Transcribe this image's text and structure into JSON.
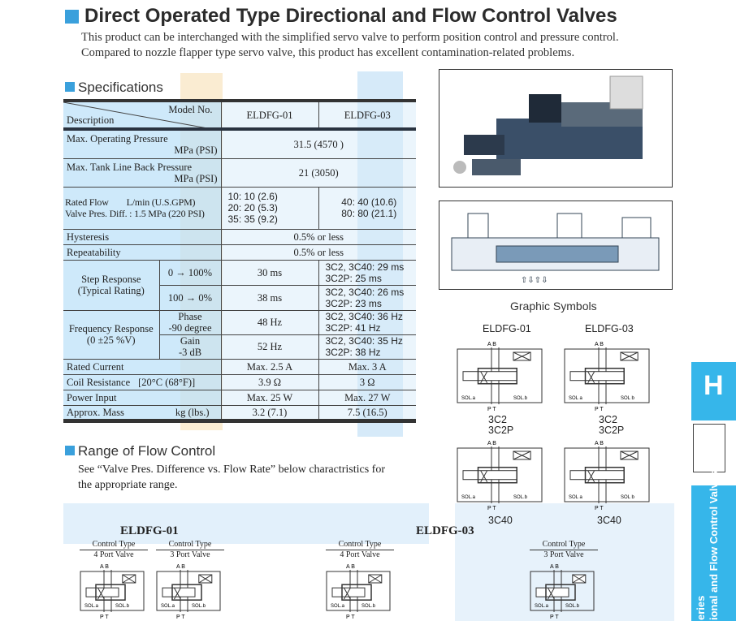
{
  "title": "Direct Operated Type Directional and Flow Control Valves",
  "intro": [
    "This product can be interchanged with the simplified servo valve to perform position control and pressure control.",
    "Compared to nozzle flapper type servo valve, this product has excellent contamination-related problems."
  ],
  "specs": {
    "heading": "Specifications",
    "model_no": "Model No.",
    "description": "Description",
    "models": [
      "ELDFG-01",
      "ELDFG-03"
    ],
    "max_op": {
      "label": "Max. Operating Pressure",
      "unit": "MPa (PSI)",
      "value": "31.5 (4570 )"
    },
    "tank": {
      "label": "Max. Tank Line Back Pressure",
      "unit": "MPa (PSI)",
      "value": "21 (3050)"
    },
    "flow": {
      "label1": "Rated Flow",
      "unit1": "L/min (U.S.GPM)",
      "label2": "Valve Pres. Diff. : 1.5 MPa (220 PSI)",
      "v01": [
        "10: 10 (2.6)",
        "20: 20 (5.3)",
        "35: 35 (9.2)"
      ],
      "v03": [
        "40: 40 (10.6)",
        "80: 80 (21.1)"
      ]
    },
    "hyst": {
      "label": "Hysteresis",
      "value": "0.5% or less"
    },
    "rep": {
      "label": "Repeatability",
      "value": "0.5% or less"
    },
    "step": {
      "label": "Step Response",
      "sub": "(Typical Rating)",
      "a": "0 → 100%",
      "a01": "30 ms",
      "a03": [
        "3C2, 3C40: 29 ms",
        "3C2P: 25 ms"
      ],
      "b": "100 → 0%",
      "b01": "38 ms",
      "b03": [
        "3C2, 3C40: 26 ms",
        "3C2P: 23 ms"
      ]
    },
    "freq": {
      "label": "Frequency Response",
      "sub": "(0 ±25 %V)",
      "a": [
        "Phase",
        "-90 degree"
      ],
      "a01": "48 Hz",
      "a03": [
        "3C2, 3C40: 36 Hz",
        "3C2P: 41 Hz"
      ],
      "b": [
        "Gain",
        "-3 dB"
      ],
      "b01": "52 Hz",
      "b03": [
        "3C2, 3C40: 35 Hz",
        "3C2P: 38 Hz"
      ]
    },
    "current": {
      "label": "Rated Current",
      "v01": "Max. 2.5 A",
      "v03": "Max. 3 A"
    },
    "coil": {
      "label": "Coil Resistance",
      "cond": "[20°C (68°F)]",
      "v01": "3.9 Ω",
      "v03": "3 Ω"
    },
    "power": {
      "label": "Power Input",
      "v01": "Max. 25 W",
      "v03": "Max. 27 W"
    },
    "mass": {
      "label": "Approx. Mass",
      "unit": "kg (lbs.)",
      "v01": "3.2 (7.1)",
      "v03": "7.5 (16.5)"
    }
  },
  "range": {
    "heading": "Range of Flow Control",
    "text1": "See “Valve Pres. Difference vs. Flow Rate” below charactristics for",
    "text2": "the appropriate range.",
    "m01": "ELDFG-01",
    "m03": "ELDFG-03",
    "ct": "Control Type",
    "p4": "4 Port Valve",
    "p3": "3 Port Valve"
  },
  "graphic": {
    "heading": "Graphic Symbols",
    "m01": "ELDFG-01",
    "m03": "ELDFG-03",
    "ab": "A B",
    "pt": "P T",
    "sola": "SOL.a",
    "solb": "SOL.b",
    "sola3": "SOL a",
    "solb3": "SOL b",
    "c1": "3C2",
    "c2": "3C2P",
    "c3": "3C40"
  },
  "side_tab": {
    "letter": "H",
    "text1": "eries",
    "text2": "ional and Flow Control Valves"
  },
  "colors": {
    "accent": "#3aa0dc",
    "tab": "#36b6ea"
  }
}
